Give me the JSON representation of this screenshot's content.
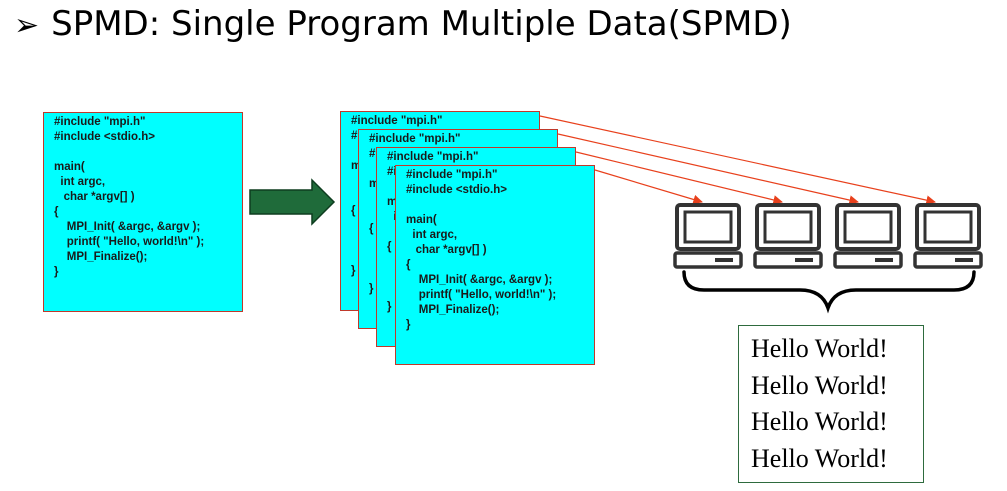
{
  "title": {
    "bullet": "➢",
    "text": "SPMD: Single Program Multiple Data(SPMD)"
  },
  "source_program": {
    "lines": [
      "#include \"mpi.h\"",
      "#include <stdio.h>",
      "",
      "main(",
      "  int argc,",
      "   char *argv[] )",
      "{",
      "    MPI_Init( &argc, &argv );",
      "    printf( \"Hello, world!\\n\" );",
      "    MPI_Finalize();",
      "}"
    ]
  },
  "copies": {
    "count": 4,
    "front_lines": [
      "#include \"mpi.h\"",
      "#include <stdio.h>",
      "",
      "main(",
      "  int argc,",
      "   char *argv[] )",
      "{",
      "    MPI_Init( &argc, &argv );",
      "    printf( \"Hello, world!\\n\" );",
      "    MPI_Finalize();",
      "}"
    ]
  },
  "computers": {
    "count": 4,
    "icon": "laptop-icon"
  },
  "output": {
    "lines": [
      "Hello World!",
      "Hello World!",
      "Hello World!",
      "Hello World!"
    ]
  },
  "colors": {
    "code_bg": "#00ffff",
    "code_border": "#c0392b",
    "big_arrow": "#1f6b3a",
    "thin_arrow": "#e8401c",
    "output_border": "#2e6b3e",
    "computer_stroke": "#333333"
  }
}
